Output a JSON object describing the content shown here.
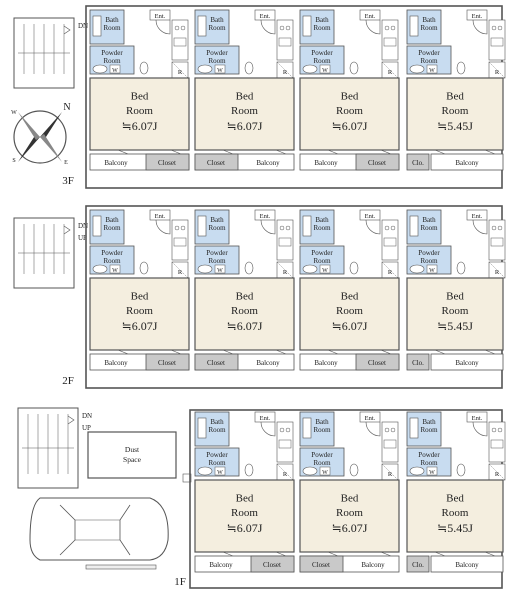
{
  "floors": [
    {
      "label": "3F",
      "stair": {
        "dn": "DN"
      },
      "units": [
        {
          "bed": [
            "Bed",
            "Room",
            "≒6.07J"
          ],
          "bath": [
            "Bath",
            "Room"
          ],
          "powder": [
            "Powder",
            "Room"
          ],
          "ent": "Ent.",
          "r": "R",
          "w": "W",
          "balcony": "Balcony",
          "closet": "Closet"
        },
        {
          "bed": [
            "Bed",
            "Room",
            "≒6.07J"
          ],
          "bath": [
            "Bath",
            "Room"
          ],
          "powder": [
            "Powder",
            "Room"
          ],
          "ent": "Ent.",
          "r": "R",
          "w": "W",
          "balcony": "Balcony",
          "closet": "Closet"
        },
        {
          "bed": [
            "Bed",
            "Room",
            "≒6.07J"
          ],
          "bath": [
            "Bath",
            "Room"
          ],
          "powder": [
            "Powder",
            "Room"
          ],
          "ent": "Ent.",
          "r": "R",
          "w": "W",
          "balcony": "Balcony",
          "closet": "Closet"
        },
        {
          "bed": [
            "Bed",
            "Room",
            "≒5.45J"
          ],
          "bath": [
            "Bath",
            "Room"
          ],
          "powder": [
            "Powder",
            "Room"
          ],
          "ent": "Ent.",
          "r": "R",
          "w": "W",
          "balcony": "Balcony",
          "closet": "Clo."
        }
      ]
    },
    {
      "label": "2F",
      "stair": {
        "dn": "DN",
        "up": "UP"
      },
      "units": [
        {
          "bed": [
            "Bed",
            "Room",
            "≒6.07J"
          ],
          "bath": [
            "Bath",
            "Room"
          ],
          "powder": [
            "Powder",
            "Room"
          ],
          "ent": "Ent.",
          "r": "R",
          "w": "W",
          "balcony": "Balcony",
          "closet": "Closet"
        },
        {
          "bed": [
            "Bed",
            "Room",
            "≒6.07J"
          ],
          "bath": [
            "Bath",
            "Room"
          ],
          "powder": [
            "Powder",
            "Room"
          ],
          "ent": "Ent.",
          "r": "R",
          "w": "W",
          "balcony": "Balcony",
          "closet": "Closet"
        },
        {
          "bed": [
            "Bed",
            "Room",
            "≒6.07J"
          ],
          "bath": [
            "Bath",
            "Room"
          ],
          "powder": [
            "Powder",
            "Room"
          ],
          "ent": "Ent.",
          "r": "R",
          "w": "W",
          "balcony": "Balcony",
          "closet": "Closet"
        },
        {
          "bed": [
            "Bed",
            "Room",
            "≒5.45J"
          ],
          "bath": [
            "Bath",
            "Room"
          ],
          "powder": [
            "Powder",
            "Room"
          ],
          "ent": "Ent.",
          "r": "R",
          "w": "W",
          "balcony": "Balcony",
          "closet": "Clo."
        }
      ]
    },
    {
      "label": "1F",
      "stair": {
        "dn": "DN",
        "up": "UP"
      },
      "dust": [
        "Dust",
        "Space"
      ],
      "units": [
        {
          "bed": [
            "Bed",
            "Room",
            "≒6.07J"
          ],
          "bath": [
            "Bath",
            "Room"
          ],
          "powder": [
            "Powder",
            "Room"
          ],
          "ent": "Ent.",
          "r": "R",
          "w": "W",
          "balcony": "Balcony",
          "closet": "Closet"
        },
        {
          "bed": [
            "Bed",
            "Room",
            "≒6.07J"
          ],
          "bath": [
            "Bath",
            "Room"
          ],
          "powder": [
            "Powder",
            "Room"
          ],
          "ent": "Ent.",
          "r": "R",
          "w": "W",
          "balcony": "Balcony",
          "closet": "Closet"
        },
        {
          "bed": [
            "Bed",
            "Room",
            "≒5.45J"
          ],
          "bath": [
            "Bath",
            "Room"
          ],
          "powder": [
            "Powder",
            "Room"
          ],
          "ent": "Ent.",
          "r": "R",
          "w": "W",
          "balcony": "Balcony",
          "closet": "Clo."
        }
      ]
    }
  ],
  "compass": {
    "n": "N",
    "s": "S",
    "e": "E",
    "w": "W"
  },
  "colors": {
    "bed": "#f4eedf",
    "bath": "#c8dcf0",
    "closet": "#c9c9c9",
    "wall": "#555555"
  }
}
